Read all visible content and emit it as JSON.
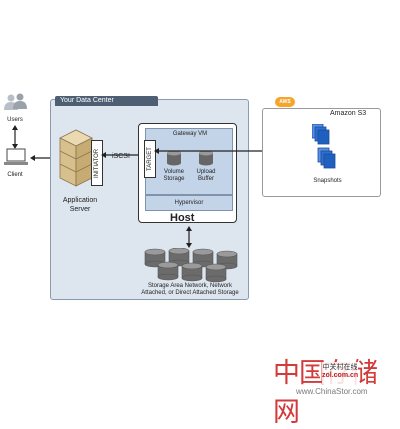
{
  "users_label": "Users",
  "client_label": "Client",
  "data_center": {
    "title": "Your Data Center"
  },
  "application_server": {
    "label_line1": "Application",
    "label_line2": "Server",
    "initiator": "INITIATOR"
  },
  "iscsi_label": "iSCSI",
  "host": {
    "label": "Host",
    "gateway_vm": "Gateway VM",
    "target": "TARGET",
    "volume_storage_line1": "Volume",
    "volume_storage_line2": "Storage",
    "upload_buffer_line1": "Upload",
    "upload_buffer_line2": "Buffer",
    "hypervisor": "Hypervisor"
  },
  "storage": {
    "line1": "Storage Area Network, Network",
    "line2": "Attached, or Direct Attached Storage"
  },
  "aws": {
    "badge": "AWS",
    "title": "Amazon S3",
    "snapshots": "Snapshots"
  },
  "watermark": {
    "cn": "中国存储网",
    "url": "www.ChinaStor.com",
    "logo_cn": "中关村在线",
    "logo_url": "zol.com.cn"
  },
  "colors": {
    "dc_fill": "#dde5ee",
    "dc_header": "#4f5f73",
    "vm_fill": "#c4d4e8",
    "aws_orange": "#f6a52b",
    "snapshot_blue": "#2f6fd0",
    "watermark_red": "#d33a3a"
  }
}
